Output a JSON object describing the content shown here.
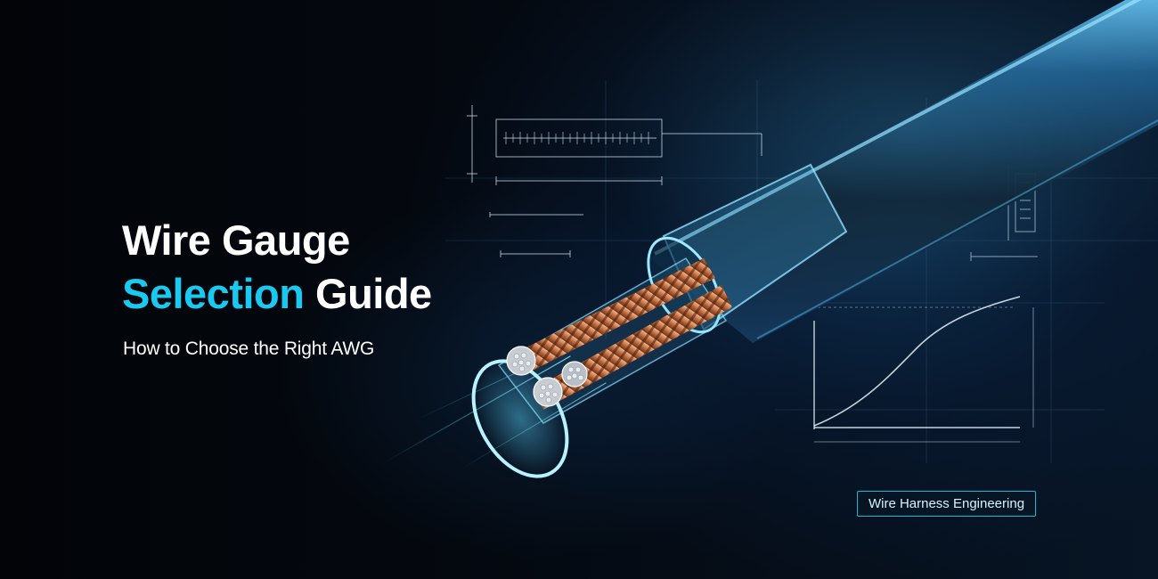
{
  "headline": {
    "line1": "Wire Gauge",
    "line2_accent": "Selection",
    "line2_rest": "Guide"
  },
  "subtitle": "How to Choose the Right AWG",
  "badge": "Wire Harness Engineering",
  "colors": {
    "background": "#03070d",
    "accent_cyan": "#19c9ef",
    "copper": "#c97a4c",
    "badge_border": "#1ab7d6"
  },
  "icons": [
    "cable-illustration",
    "copper-strand",
    "blueprint-ruler",
    "blueprint-curve-chart"
  ]
}
